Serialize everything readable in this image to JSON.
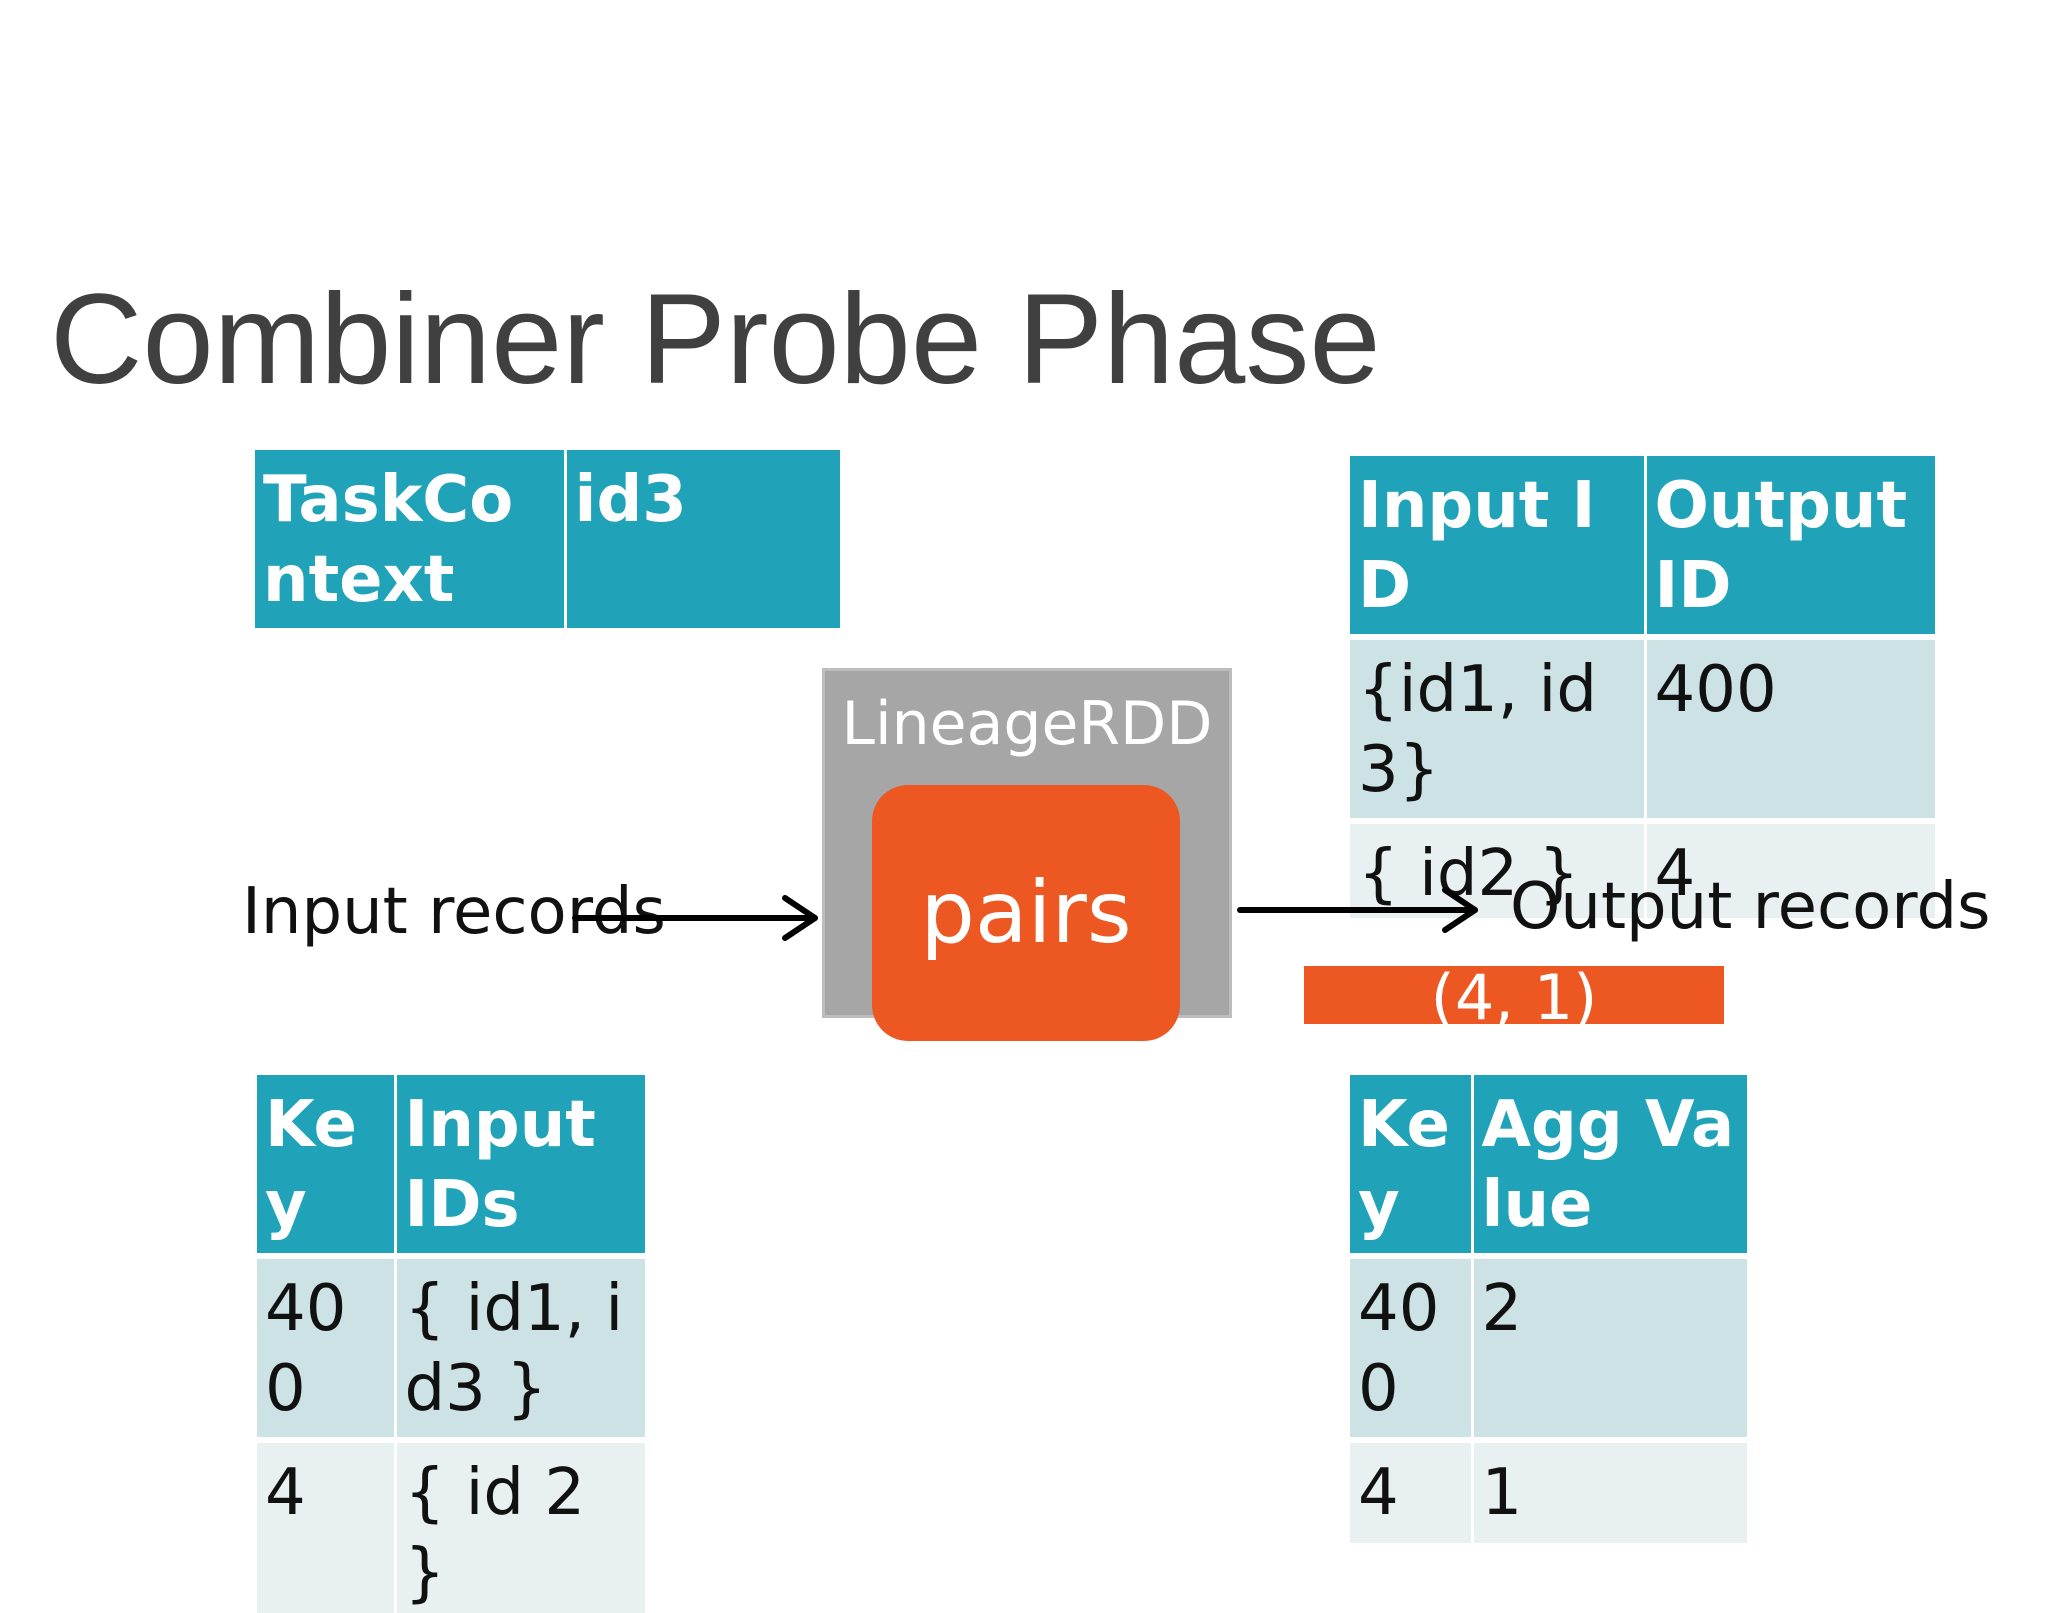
{
  "title": "Combiner Probe Phase",
  "task_context_table": {
    "cells": [
      "TaskContext",
      "id3"
    ]
  },
  "lineage_rdd": {
    "label": "LineageRDD",
    "inner_label": "pairs"
  },
  "input_label": "Input records",
  "output_label": "Output records",
  "output_bar": "(4, 1)",
  "input_output_table": {
    "headers": [
      "Input ID",
      "Output ID"
    ],
    "rows": [
      [
        "{id1, id3}",
        "400"
      ],
      [
        "{ id2 }",
        "4"
      ]
    ]
  },
  "key_input_table": {
    "headers": [
      "Key",
      "Input IDs"
    ],
    "rows": [
      [
        "400",
        "{ id1, id3 }"
      ],
      [
        "4",
        "{ id 2 }"
      ]
    ]
  },
  "key_agg_table": {
    "headers": [
      "Key",
      "Agg Value"
    ],
    "rows": [
      [
        "400",
        "2"
      ],
      [
        "4",
        "1"
      ]
    ]
  },
  "colors": {
    "header_teal": "#20a3b8",
    "row_light": "#cde2e5",
    "row_lighter": "#e8f0f2",
    "accent_orange": "#ed5722",
    "lineage_gray": "#a6a6a6",
    "title_gray": "#404040"
  }
}
